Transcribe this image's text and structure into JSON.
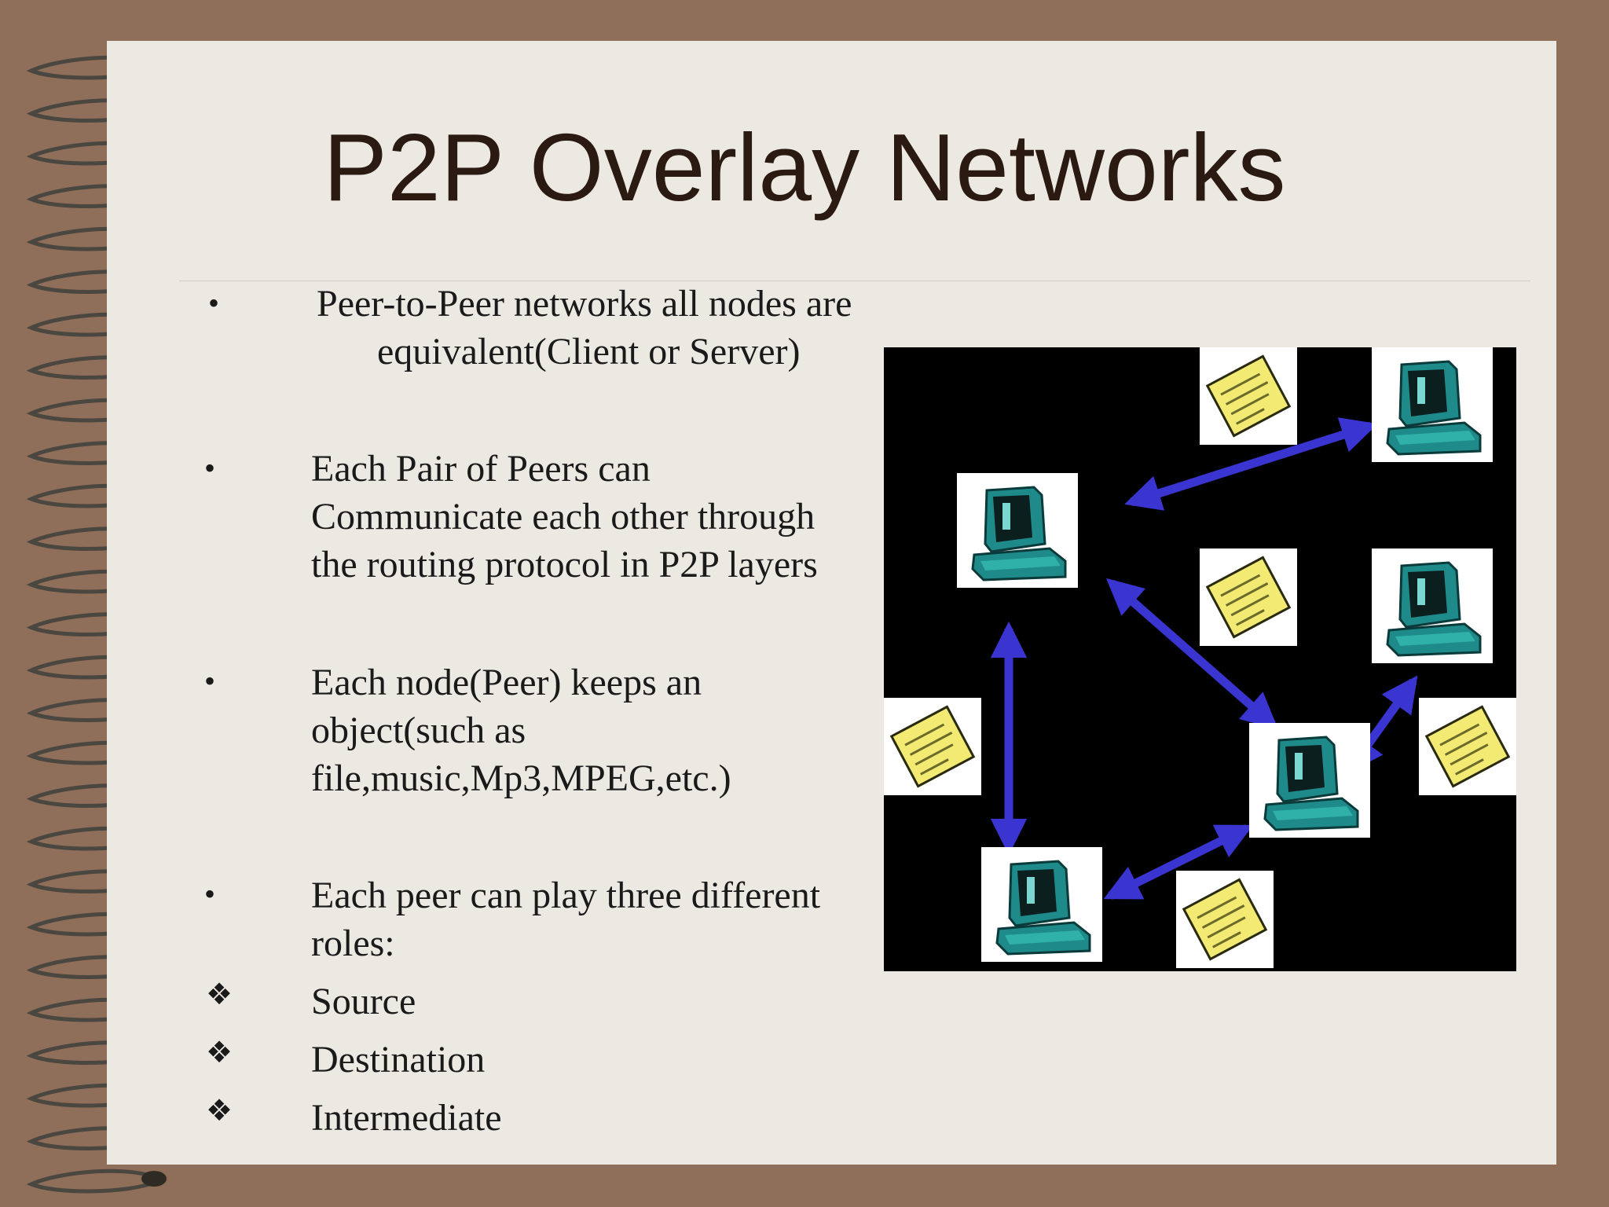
{
  "slide": {
    "title": "P2P Overlay Networks",
    "bullets": [
      {
        "lines": [
          "Peer-to-Peer networks all nodes are",
          "equivalent(Client or Server)"
        ]
      },
      {
        "lines": [
          "Each Pair of Peers  can",
          "Communicate each other through",
          "the routing protocol in P2P layers"
        ]
      },
      {
        "lines": [
          "Each node(Peer) keeps an",
          "object(such as",
          "file,music,Mp3,MPEG,etc.)"
        ]
      },
      {
        "lines": [
          "Each peer can play three different",
          "roles:"
        ]
      }
    ],
    "roles": [
      "Source",
      "Destination",
      "Intermediate"
    ],
    "bullet_symbol": "•",
    "sub_bullet_symbol": "❖"
  },
  "colors": {
    "frame": "#8f6e5a",
    "page": "#ece8e2",
    "title": "#2a1a12",
    "diagram_background": "#000000",
    "arrow": "#3a34d0",
    "computer": "#1f8a8a",
    "note": "#f2ea73"
  },
  "diagram": {
    "icons": [
      "computer-icon",
      "document-note-icon",
      "double-arrow-icon"
    ]
  }
}
